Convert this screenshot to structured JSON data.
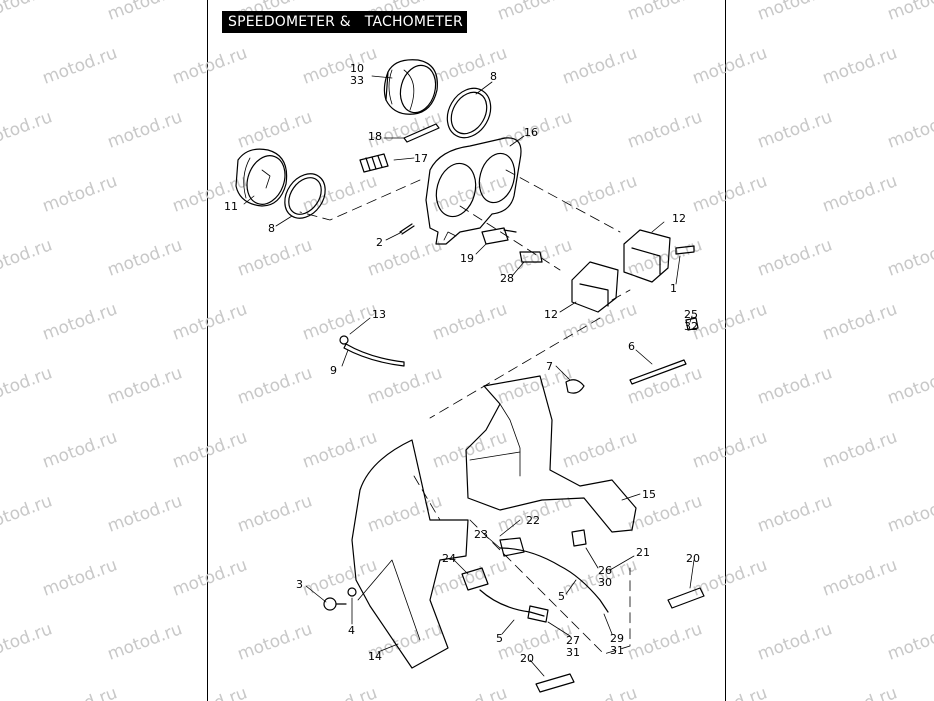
{
  "header": {
    "title": "SPEEDOMETER &   TACHOMETER"
  },
  "watermark": {
    "text": "motod.ru",
    "color": "#c8c8c8"
  },
  "callouts": {
    "c10": "10",
    "c33": "33",
    "c8a": "8",
    "c18": "18",
    "c16": "16",
    "c17": "17",
    "c11": "11",
    "c8b": "8",
    "c2": "2",
    "c19": "19",
    "c28": "28",
    "c12a": "12",
    "c1": "1",
    "c12b": "12",
    "c25": "25",
    "c32": "32",
    "c13": "13",
    "c9": "9",
    "c6": "6",
    "c7": "7",
    "c15": "15",
    "c22": "22",
    "c23": "23",
    "c21": "21",
    "c24": "24",
    "c26": "26",
    "c30": "30",
    "c20a": "20",
    "c3": "3",
    "c5a": "5",
    "c4": "4",
    "c5b": "5",
    "c27": "27",
    "c31a": "31",
    "c29": "29",
    "c31b": "31",
    "c14": "14",
    "c20b": "20"
  }
}
